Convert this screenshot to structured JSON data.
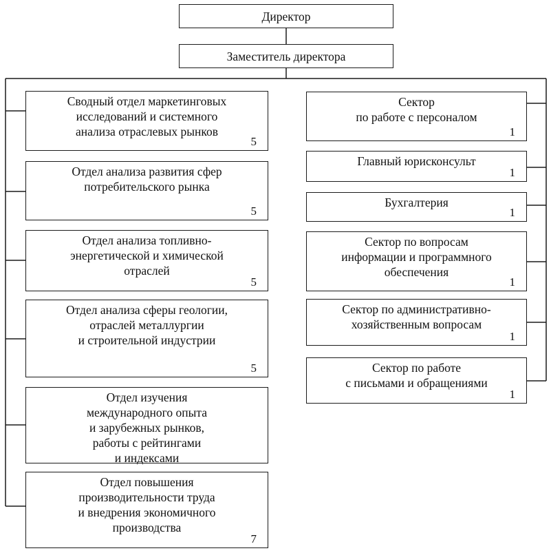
{
  "director": "Директор",
  "deputy": "Заместитель директора",
  "left_units": [
    {
      "label": "Сводный отдел маркетинговых\nисследований и системного\nанализа отраслевых рынков",
      "count": "5"
    },
    {
      "label": "Отдел анализа развития сфер\nпотребительского рынка",
      "count": "5"
    },
    {
      "label": "Отдел анализа топливно-\nэнергетической и химической\nотраслей",
      "count": "5"
    },
    {
      "label": "Отдел анализа сферы геологии,\nотраслей металлургии\nи строительной индустрии",
      "count": "5"
    },
    {
      "label": "Отдел изучения\nмеждународного опыта\nи зарубежных рынков,\nработы с рейтингами\nи индексами",
      "count": ""
    },
    {
      "label": "Отдел повышения\nпроизводительности труда\nи внедрения экономичного\nпроизводства",
      "count": "7"
    }
  ],
  "right_units": [
    {
      "label": "Сектор\nпо работе с персоналом",
      "count": "1"
    },
    {
      "label": "Главный юрисконсульт",
      "count": "1"
    },
    {
      "label": "Бухгалтерия",
      "count": "1"
    },
    {
      "label": "Сектор по вопросам\nинформации и программного\nобеспечения",
      "count": "1"
    },
    {
      "label": "Сектор по административно-\nхозяйственным вопросам",
      "count": "1"
    },
    {
      "label": "Сектор по работе\nс письмами и обращениями",
      "count": "1"
    }
  ]
}
